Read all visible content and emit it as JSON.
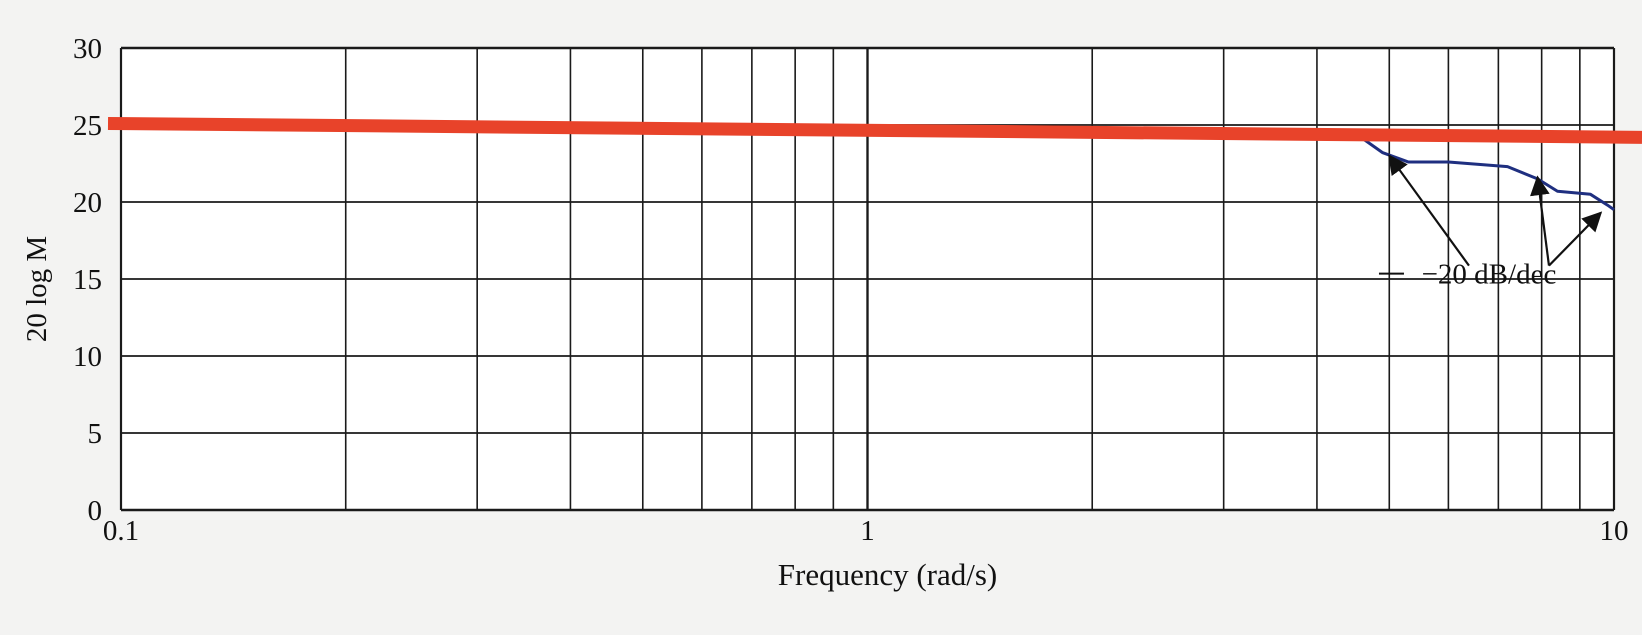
{
  "chart_data": {
    "type": "line",
    "title": "",
    "xlabel": "Frequency (rad/s)",
    "ylabel": "20 log M",
    "xscale": "log",
    "xlim": [
      0.1,
      10
    ],
    "ylim": [
      0,
      30
    ],
    "x_tick_labels": [
      "0.1",
      "1",
      "10"
    ],
    "y_tick_labels": [
      "0",
      "5",
      "10",
      "15",
      "20",
      "25",
      "30"
    ],
    "grid": true,
    "series": [
      {
        "name": "",
        "color": "#1f2f80",
        "x": [
          4.55,
          4.9,
          5.3,
          6.0,
          7.2,
          7.9,
          8.4,
          9.3,
          9.8,
          10.0
        ],
        "y": [
          24.3,
          23.2,
          22.6,
          22.6,
          22.3,
          21.5,
          20.7,
          20.5,
          19.8,
          19.5
        ]
      }
    ],
    "reference_line": {
      "color": "#e8432a",
      "y": [
        25.1,
        24.2
      ]
    },
    "annotations": [
      {
        "text": "−20 dB/dec",
        "x": 6.8,
        "y": 14.7,
        "arrows_to": [
          {
            "x": 5.0,
            "y": 23.0
          },
          {
            "x": 7.9,
            "y": 21.6
          },
          {
            "x": 9.6,
            "y": 19.3
          }
        ]
      }
    ]
  }
}
